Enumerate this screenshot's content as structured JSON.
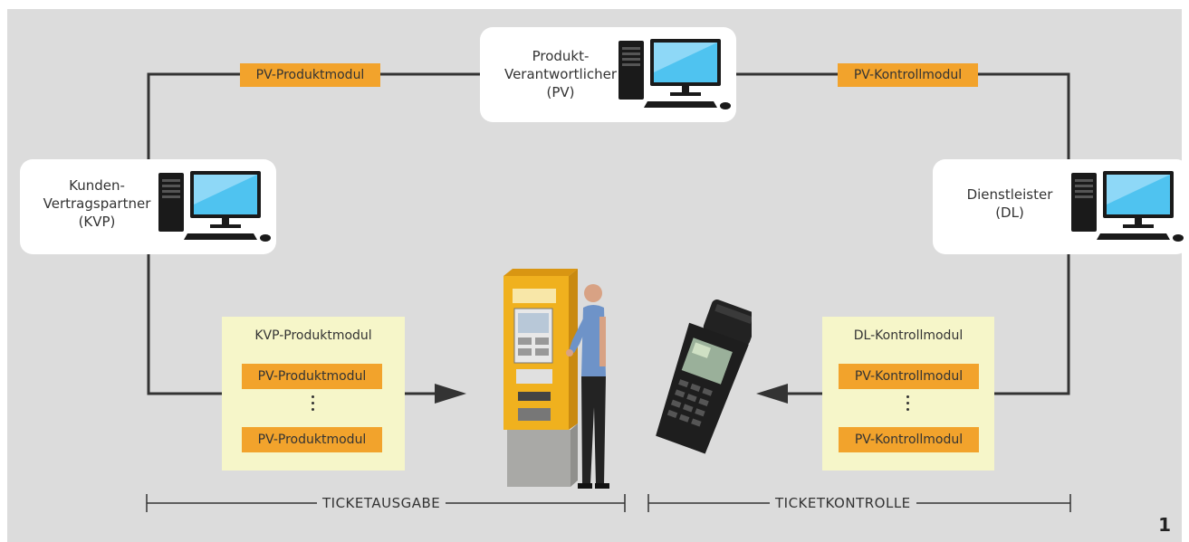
{
  "nodes": {
    "pv": {
      "lines": [
        "Produkt-",
        "Verantwortlicher",
        "(PV)"
      ]
    },
    "kvp": {
      "lines": [
        "Kunden-",
        "Vertragspartner",
        "(KVP)"
      ]
    },
    "dl": {
      "lines": [
        "Dienstleister",
        "(DL)"
      ]
    }
  },
  "connector_labels": {
    "top_left": "PV-Produktmodul",
    "top_right": "PV-Kontrollmodul"
  },
  "modules": {
    "kvp": {
      "title": "KVP-Produktmodul",
      "items": [
        "PV-Produktmodul",
        "PV-Produktmodul"
      ]
    },
    "dl": {
      "title": "DL-Kontrollmodul",
      "items": [
        "PV-Kontrollmodul",
        "PV-Kontrollmodul"
      ]
    }
  },
  "spans": {
    "left": "TICKETAUSGABE",
    "right": "TICKETKONTROLLE"
  },
  "figure_number": "1",
  "images": [
    "ticket-vending-machine",
    "person",
    "handheld-ticket-scanner",
    "desktop-computer"
  ],
  "colors": {
    "background": "#dcdcdc",
    "tag": "#f2a32c",
    "module": "#f6f6c9",
    "line": "#333333",
    "machine": "#f0b11e"
  }
}
